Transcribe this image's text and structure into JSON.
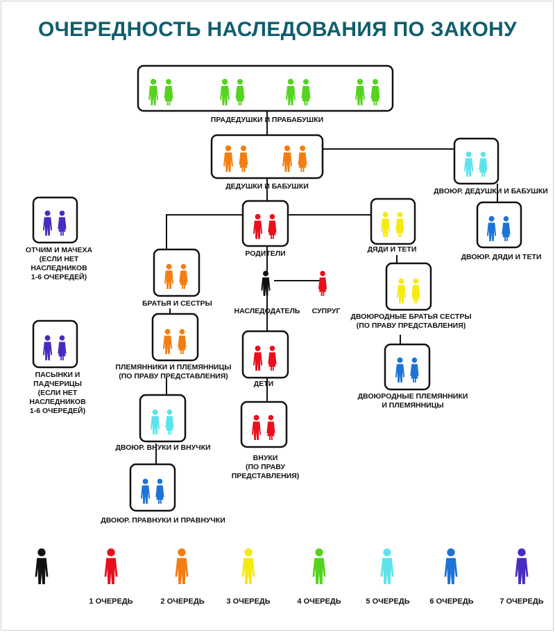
{
  "title": "ОЧЕРЕДНОСТЬ НАСЛЕДОВАНИЯ ПО ЗАКОНУ",
  "colors": {
    "heir": "#111111",
    "q1": "#e8101c",
    "q2": "#f27e12",
    "q3": "#f6ea0e",
    "q4": "#55d31f",
    "q5": "#5ce4ea",
    "q6": "#1d73d6",
    "q7": "#4a2bc0"
  },
  "nodes": {
    "great_grandparents": "ПРАДЕДУШКИ И ПРАБАБУШКИ",
    "grandparents": "ДЕДУШКИ И БАБУШКИ",
    "cousin_grandparents": "ДВОЮР. ДЕДУШКИ И БАБУШКИ",
    "stepparents": "ОТЧИМ И МАЧЕХА\n(ЕСЛИ НЕТ НАСЛЕДНИКОВ\n1-6 ОЧЕРЕДЕЙ)",
    "parents": "РОДИТЕЛИ",
    "uncles_aunts": "ДЯДИ И ТЕТИ",
    "cousin_uncles": "ДВОЮР. ДЯДИ И ТЕТИ",
    "siblings": "БРАТЬЯ И СЕСТРЫ",
    "testator": "НАСЛЕДОДАТЕЛЬ",
    "spouse": "СУПРУГ",
    "cousins": "ДВОЮРОДНЫЕ БРАТЬЯ СЕСТРЫ\n(ПО ПРАВУ ПРЕДСТАВЛЕНИЯ)",
    "nephews": "ПЛЕМЯННИКИ И ПЛЕМЯННИЦЫ\n(ПО ПРАВУ ПРЕДСТАВЛЕНИЯ)",
    "stepchildren": "ПАСЫНКИ И ПАДЧЕРИЦЫ\n(ЕСЛИ НЕТ НАСЛЕДНИКОВ\n1-6 ОЧЕРЕДЕЙ)",
    "children": "ДЕТИ",
    "cousin_nephews": "ДВОЮРОДНЫЕ ПЛЕМЯННИКИ\nИ ПЛЕМЯННИЦЫ",
    "grand_nephews": "ДВОЮР. ВНУКИ И ВНУЧКИ",
    "grandchildren": "ВНУКИ\n(ПО ПРАВУ ПРЕДСТАВЛЕНИЯ)",
    "great_grand_nephews": "ДВОЮР. ПРАВНУКИ И ПРАВНУЧКИ"
  },
  "legend": [
    {
      "label": "",
      "color": "#111111"
    },
    {
      "label": "1 ОЧЕРЕДЬ",
      "color": "#e8101c"
    },
    {
      "label": "2 ОЧЕРЕДЬ",
      "color": "#f27e12"
    },
    {
      "label": "3 ОЧЕРЕДЬ",
      "color": "#f6ea0e"
    },
    {
      "label": "4 ОЧЕРЕДЬ",
      "color": "#55d31f"
    },
    {
      "label": "5 ОЧЕРЕДЬ",
      "color": "#5ce4ea"
    },
    {
      "label": "6 ОЧЕРЕДЬ",
      "color": "#1d73d6"
    },
    {
      "label": "7 ОЧЕРЕДЬ",
      "color": "#4a2bc0"
    }
  ]
}
